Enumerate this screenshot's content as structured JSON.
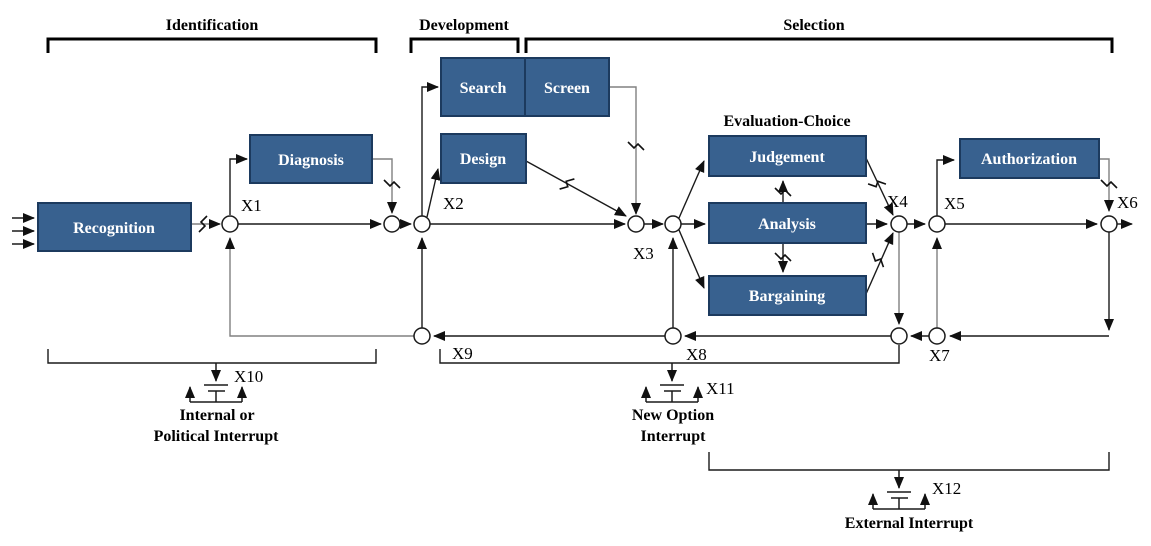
{
  "diagram": {
    "phases": {
      "identification": "Identification",
      "development": "Development",
      "selection": "Selection"
    },
    "cluster_label": "Evaluation-Choice",
    "boxes": {
      "recognition": "Recognition",
      "diagnosis": "Diagnosis",
      "search": "Search",
      "screen": "Screen",
      "design": "Design",
      "judgement": "Judgement",
      "analysis": "Analysis",
      "bargaining": "Bargaining",
      "authorization": "Authorization"
    },
    "nodes": {
      "x1": "X1",
      "x2": "X2",
      "x3": "X3",
      "x4": "X4",
      "x5": "X5",
      "x6": "X6",
      "x7": "X7",
      "x8": "X8",
      "x9": "X9",
      "x10": "X10",
      "x11": "X11",
      "x12": "X12"
    },
    "interrupts": {
      "internal": {
        "node": "X10",
        "line1": "Internal or",
        "line2": "Political Interrupt"
      },
      "new_option": {
        "node": "X11",
        "line1": "New Option",
        "line2": "Interrupt"
      },
      "external": {
        "node": "X12",
        "line1": "External Interrupt"
      }
    },
    "colors": {
      "box_fill": "#38618f",
      "box_border": "#1c3a5e",
      "line": "#1a1a1a",
      "muted_line": "#808080",
      "background": "#ffffff"
    }
  }
}
